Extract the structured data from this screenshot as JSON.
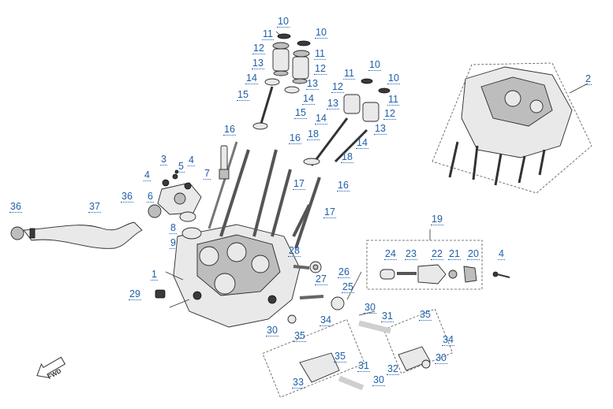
{
  "diagram": {
    "callouts": {
      "c1": "1",
      "c2": "2",
      "c3": "3",
      "c4a": "4",
      "c4b": "4",
      "c4c": "4",
      "c5": "5",
      "c6": "6",
      "c7": "7",
      "c8": "8",
      "c9": "9",
      "c10a": "10",
      "c10b": "10",
      "c10c": "10",
      "c10d": "10",
      "c11a": "11",
      "c11b": "11",
      "c11c": "11",
      "c11d": "11",
      "c12a": "12",
      "c12b": "12",
      "c12c": "12",
      "c12d": "12",
      "c13a": "13",
      "c13b": "13",
      "c13c": "13",
      "c13d": "13",
      "c14a": "14",
      "c14b": "14",
      "c14c": "14",
      "c14d": "14",
      "c15a": "15",
      "c15b": "15",
      "c16a": "16",
      "c16b": "16",
      "c16c": "16",
      "c17a": "17",
      "c17b": "17",
      "c18a": "18",
      "c18b": "18",
      "c19": "19",
      "c20": "20",
      "c21": "21",
      "c22": "22",
      "c23": "23",
      "c24": "24",
      "c25": "25",
      "c26": "26",
      "c27": "27",
      "c28": "28",
      "c29": "29",
      "c30a": "30",
      "c30b": "30",
      "c30c": "30",
      "c30d": "30",
      "c31a": "31",
      "c31b": "31",
      "c32": "32",
      "c33": "33",
      "c34a": "34",
      "c34b": "34",
      "c35a": "35",
      "c35b": "35",
      "c35c": "35",
      "c36a": "36",
      "c36b": "36",
      "c37": "37"
    },
    "direction_arrow": "FWD",
    "colors": {
      "callout": "#1f5fa8",
      "line": "#333333",
      "part_fill": "#e9e9e9"
    }
  }
}
